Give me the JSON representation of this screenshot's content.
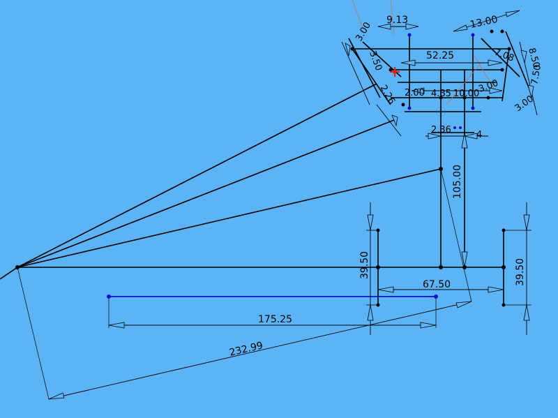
{
  "sketch": {
    "dimensions": {
      "d_232_99": "232.99",
      "d_175_25": "175.25",
      "d_67_50": "67.50",
      "d_39_50_left": "39.50",
      "d_39_50_right": "39.50",
      "d_105_00": "105.00",
      "d_52_25": "52.25",
      "d_9_13": "9.13",
      "d_13_00": "13.00",
      "d_2_36": "2.36",
      "d_4": "4",
      "d_2_00": "2.00",
      "d_4_85": "4.85",
      "d_10_00": "10.00",
      "d_3_00_left": "3.00",
      "d_3_00_mid": "3.00",
      "d_7_50": "7.50",
      "d_3_50": "3.50",
      "d_7_08": "7.08",
      "d_8_50": "8.50",
      "d_2_26": "2.26",
      "d_3_00_right": "3.00"
    },
    "colors": {
      "background": "#5cb4f7",
      "geometry": "#000000",
      "selected": "#1010c8",
      "origin_marker": "#e02020"
    }
  }
}
